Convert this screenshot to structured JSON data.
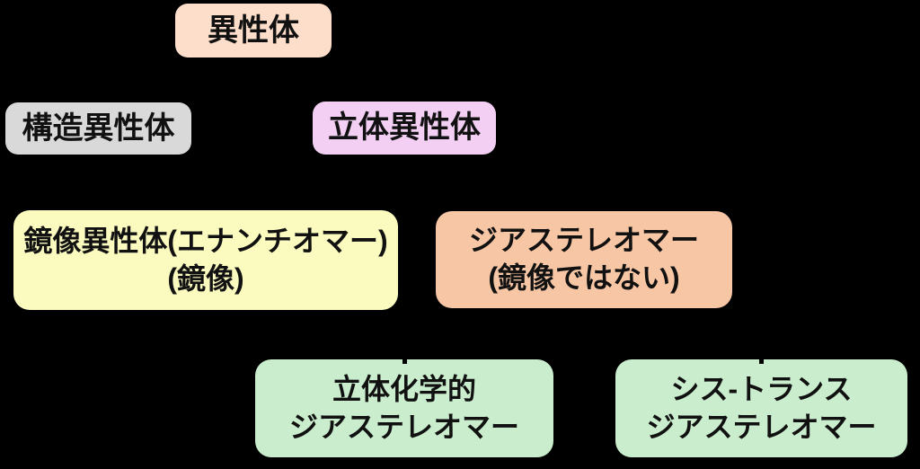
{
  "canvas": {
    "background": "#000000",
    "text_color": "#111111"
  },
  "nodes": [
    {
      "id": "isomer",
      "lines": [
        "異性体"
      ],
      "color": "#fcdeca"
    },
    {
      "id": "structural-isomer",
      "lines": [
        "構造異性体"
      ],
      "color": "#d9d9d9"
    },
    {
      "id": "stereoisomer",
      "lines": [
        "立体異性体"
      ],
      "color": "#f2cff3"
    },
    {
      "id": "enantiomer",
      "lines": [
        "鏡像異性体(エナンチオマー)",
        "(鏡像)"
      ],
      "color": "#fbfabf"
    },
    {
      "id": "diastereomer",
      "lines": [
        "ジアステレオマー",
        "(鏡像ではない)"
      ],
      "color": "#f7c6a5"
    },
    {
      "id": "stereochemical-diastereomer",
      "lines": [
        "立体化学的",
        "ジアステレオマー"
      ],
      "color": "#caeecd"
    },
    {
      "id": "cis-trans-diastereomer",
      "lines": [
        "シス-トランス",
        "ジアステレオマー"
      ],
      "color": "#caeecd"
    }
  ]
}
